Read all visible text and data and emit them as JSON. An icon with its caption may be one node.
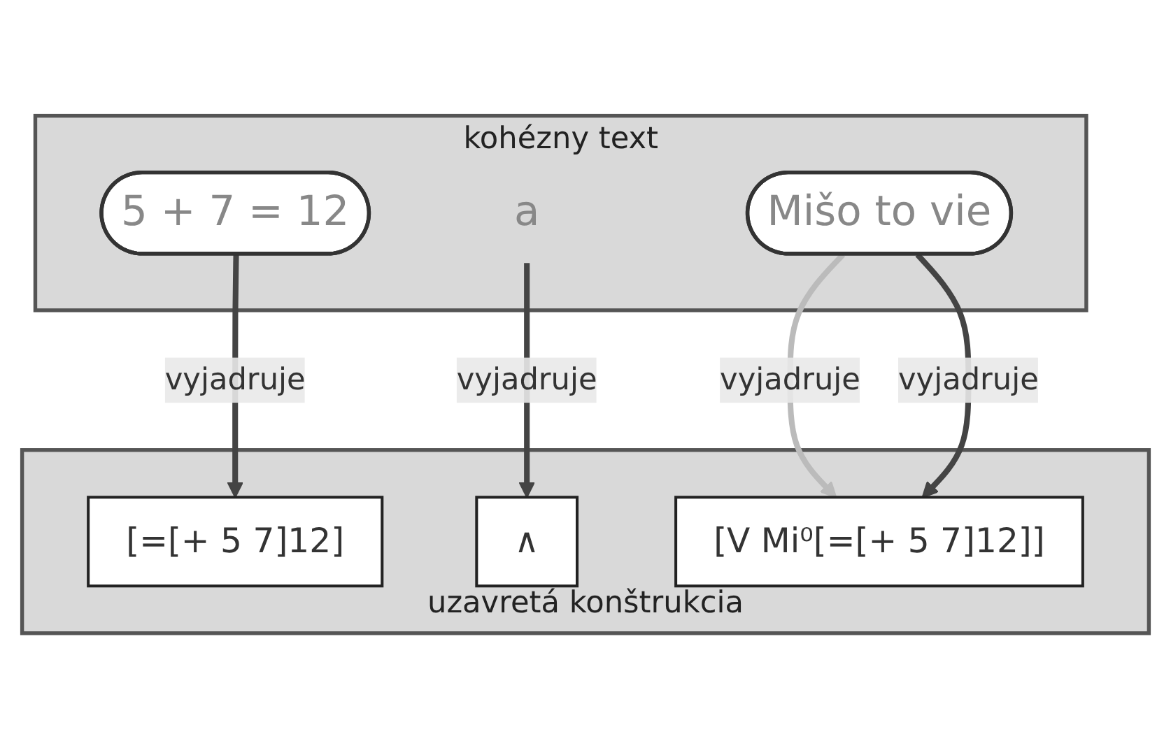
{
  "diagram": {
    "nodes": [
      {
        "text": [
          "kohézny text"
        ]
      },
      {
        "text": [
          "5 + 7 = 12"
        ],
        "in": 0
      },
      {
        "text": [
          "a"
        ],
        "in": 0
      },
      {
        "text": [
          "Mišo to vie"
        ],
        "in": 0
      },
      {
        "text": [
          "uzavretá konštrukcia"
        ]
      },
      {
        "text": [
          "[=[+ 5 7]12]"
        ],
        "in": 4
      },
      {
        "text": [
          "∧"
        ],
        "in": 4
      },
      {
        "text": [
          "[V Mi⁰[=[+ 5 7]12]]"
        ],
        "in": 4
      }
    ],
    "edges": [
      {
        "from": 1,
        "to": 5,
        "arrow": "to",
        "label": "vyjadruje"
      },
      {
        "from": 2,
        "to": 6,
        "arrow": "to",
        "label": "vyjadruje"
      },
      {
        "from": 3,
        "to": 7,
        "arrow": "to",
        "label": "vyjadruje",
        "color": "#bbbbbb"
      },
      {
        "from": 3,
        "to": 7,
        "arrow": "to",
        "label": "vyjadruje"
      }
    ]
  }
}
